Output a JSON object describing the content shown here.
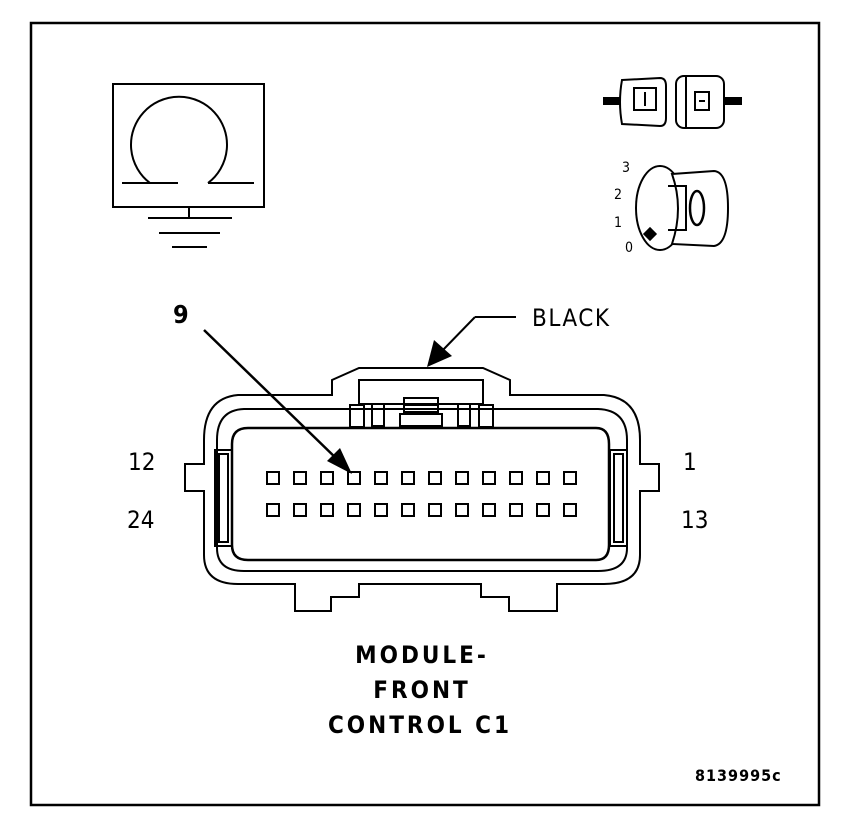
{
  "callout": {
    "pin_number": "9",
    "color_label": "BLACK"
  },
  "pins": {
    "top_left": "12",
    "top_right": "1",
    "bottom_left": "24",
    "bottom_right": "13"
  },
  "title": {
    "line1": "MODULE-",
    "line2": "FRONT",
    "line3": "CONTROL C1"
  },
  "figure_id": "8139995c",
  "ignition": {
    "positions": [
      "3",
      "2",
      "1",
      "0"
    ]
  },
  "colors": {
    "ink": "#000000",
    "background": "#ffffff"
  }
}
